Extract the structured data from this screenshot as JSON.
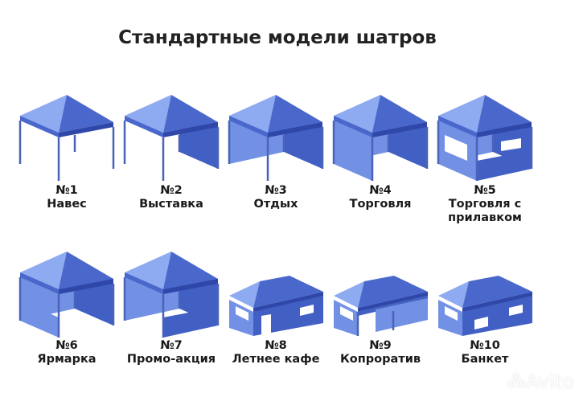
{
  "title": "Стандартные модели шатров",
  "colors": {
    "roof_light": "#8eaaf0",
    "roof_dark": "#4a68cc",
    "valance": "#2f47a8",
    "wall": "#7391e4",
    "wall_dark": "#4260c4",
    "leg": "#4a63b8"
  },
  "models": [
    {
      "number": "№1",
      "name": "Навес",
      "type": "square",
      "walls": []
    },
    {
      "number": "№2",
      "name": "Выставка",
      "type": "square",
      "walls": [
        "back-right"
      ]
    },
    {
      "number": "№3",
      "name": "Отдых",
      "type": "square",
      "walls": [
        "back-left",
        "back-right"
      ]
    },
    {
      "number": "№4",
      "name": "Торговля",
      "type": "square",
      "walls": [
        "back-left",
        "back-right",
        "left"
      ]
    },
    {
      "number": "№5",
      "name": "Торговля с прилавком",
      "type": "square",
      "walls": [
        "back-left",
        "back-right",
        "left",
        "front-half"
      ],
      "windows": true
    },
    {
      "number": "№6",
      "name": "Ярмарка",
      "type": "square",
      "walls": [
        "back-left",
        "back-right",
        "left-half"
      ]
    },
    {
      "number": "№7",
      "name": "Промо-акция",
      "type": "square",
      "walls": [
        "back-left",
        "back-right",
        "front-half"
      ]
    },
    {
      "number": "№8",
      "name": "Летнее кафе",
      "type": "wide",
      "variant": "cafe"
    },
    {
      "number": "№9",
      "name": "Копроратив",
      "type": "wide",
      "variant": "open"
    },
    {
      "number": "№10",
      "name": "Банкет",
      "type": "wide",
      "variant": "closed"
    }
  ],
  "watermark": "Avito"
}
